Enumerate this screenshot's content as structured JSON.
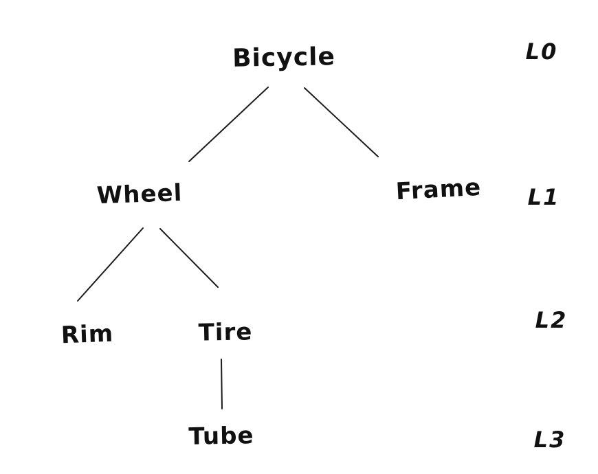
{
  "diagram": {
    "type": "tree",
    "background_color": "#ffffff",
    "ink_color": "#1c1c1c",
    "nodes": {
      "bicycle": {
        "label": "Bicycle",
        "level": "L0"
      },
      "wheel": {
        "label": "Wheel",
        "level": "L1",
        "parent": "Bicycle"
      },
      "frame": {
        "label": "Frame",
        "level": "L1",
        "parent": "Bicycle"
      },
      "rim": {
        "label": "Rim",
        "level": "L2",
        "parent": "Wheel"
      },
      "tire": {
        "label": "Tire",
        "level": "L2",
        "parent": "Wheel"
      },
      "tube": {
        "label": "Tube",
        "level": "L3",
        "parent": "Tire"
      }
    },
    "edges": [
      {
        "from": "Bicycle",
        "to": "Wheel"
      },
      {
        "from": "Bicycle",
        "to": "Frame"
      },
      {
        "from": "Wheel",
        "to": "Rim"
      },
      {
        "from": "Wheel",
        "to": "Tire"
      },
      {
        "from": "Tire",
        "to": "Tube"
      }
    ],
    "level_labels": {
      "l0": "L0",
      "l1": "L1",
      "l2": "L2",
      "l3": "L3"
    }
  }
}
